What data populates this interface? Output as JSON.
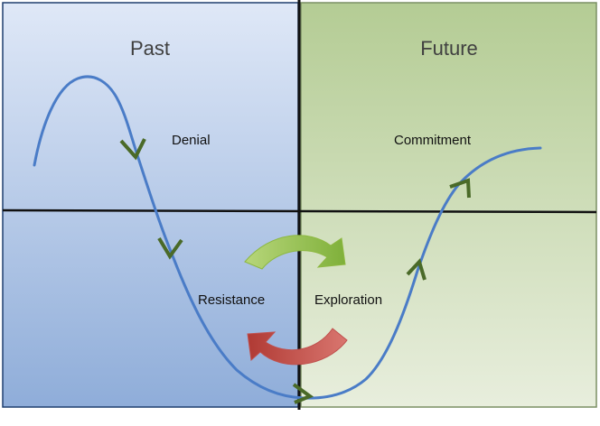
{
  "headings": {
    "left": "Past",
    "right": "Future"
  },
  "stages": {
    "top_left": "Denial",
    "bottom_left": "Resistance",
    "bottom_right": "Exploration",
    "top_right": "Commitment"
  },
  "colors": {
    "past_top": "#dfe8f7",
    "past_bottom": "#8fadd9",
    "future_top": "#b4cc94",
    "future_bottom": "#e8eedd",
    "curve": "#4a7cc7",
    "arrowhead": "#4a6a28",
    "forward_arrow": "#8db840",
    "back_arrow": "#c0504d",
    "grid_lines": "#111111"
  }
}
